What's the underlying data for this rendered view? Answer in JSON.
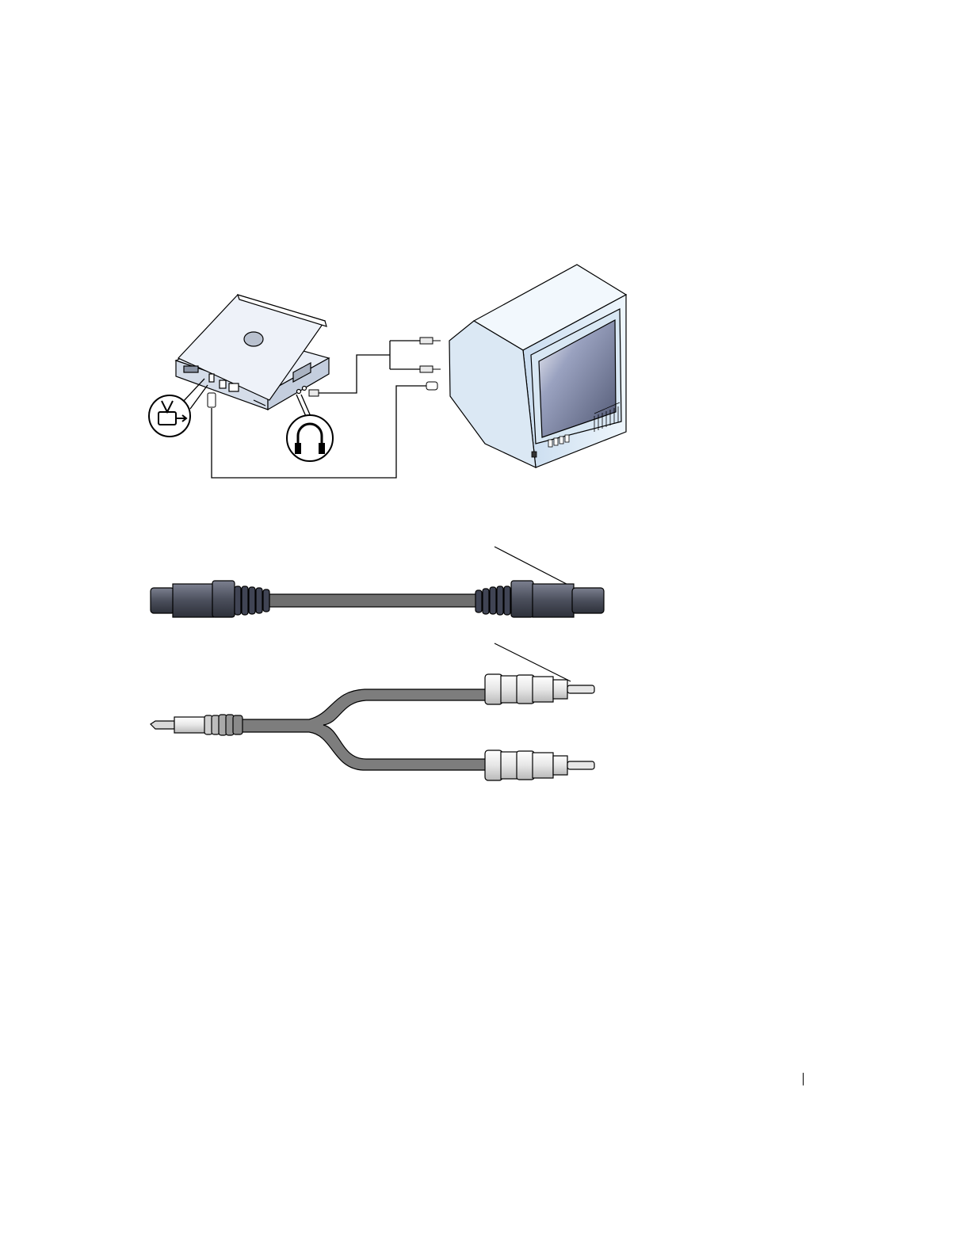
{
  "page": {
    "background": "#ffffff",
    "footer_text": ""
  },
  "illustration": {
    "connection_diagram": {
      "devices": [
        "laptop",
        "television"
      ],
      "icons": [
        "tv-out-icon",
        "headphone-icon"
      ],
      "colors": {
        "laptop_body": "#eef2f8",
        "tv_body": "#e6f0fa",
        "tv_screen": "#7e86a3",
        "line": "#000000"
      }
    },
    "cables": {
      "items": [
        "s-video-cable",
        "audio-y-cable"
      ],
      "colors": {
        "s_video_cable": "#6f6f6f",
        "s_video_connector": "#595d6b",
        "audio_cable": "#808080",
        "rca_connector": "#e8e8e8"
      }
    }
  }
}
